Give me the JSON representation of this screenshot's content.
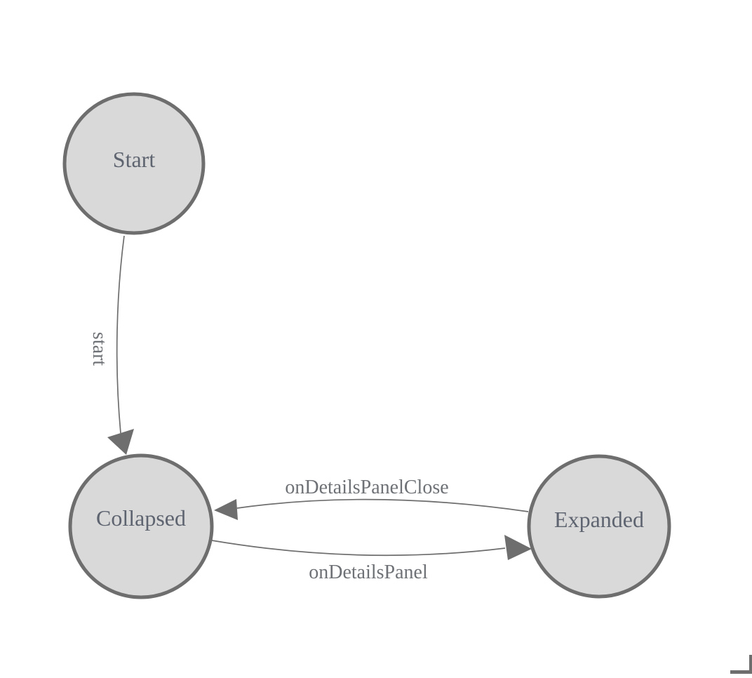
{
  "diagram": {
    "type": "state-machine",
    "nodes": [
      {
        "id": "start",
        "label": "Start"
      },
      {
        "id": "collapsed",
        "label": "Collapsed"
      },
      {
        "id": "expanded",
        "label": "Expanded"
      }
    ],
    "edges": [
      {
        "from": "Start",
        "to": "Collapsed",
        "label": "start"
      },
      {
        "from": "Expanded",
        "to": "Collapsed",
        "label": "onDetailsPanelClose"
      },
      {
        "from": "Collapsed",
        "to": "Expanded",
        "label": "onDetailsPanel"
      }
    ],
    "colors": {
      "background": "#ffffff",
      "node_fill": "#d9d9d9",
      "node_stroke": "#6e6e6e",
      "node_text": "#5e6470",
      "edge_stroke": "#6e6e6e",
      "edge_text": "#6e7175",
      "corner_border": "#6e6e6e"
    }
  }
}
